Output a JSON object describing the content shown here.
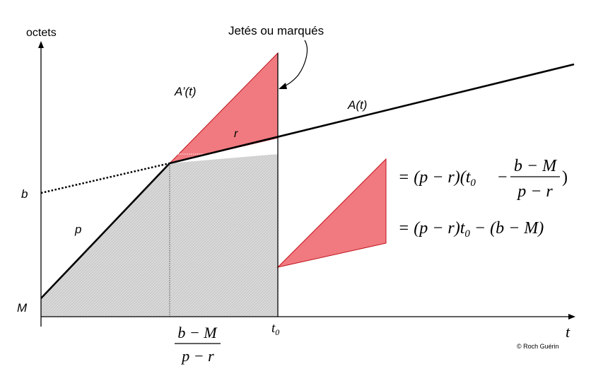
{
  "labels": {
    "y_axis": "octets",
    "x_axis": "t",
    "a_prime": "A’(t)",
    "a": "A(t)",
    "r": "r",
    "p": "p",
    "b": "b",
    "m": "M",
    "t0_base": "t",
    "t0_sub": "0",
    "callout": "Jetés ou marqués",
    "copyright": "© Roch Guérin"
  },
  "x_tick_fraction": {
    "numerator": "b − M",
    "denominator": "p − r"
  },
  "equation1": {
    "prefix": "= (p − r)(t",
    "sub": "0",
    "minus": "−",
    "numerator": "b − M",
    "denominator": "p − r",
    "suffix": ")"
  },
  "equation2": {
    "prefix": "= (p − r)t",
    "sub": "0",
    "suffix": " − (b − M)"
  },
  "colors": {
    "red_fill": "#f07a80",
    "red_stroke": "#c0141c",
    "gray_fill": "#d9d9d9",
    "line": "#000000"
  }
}
